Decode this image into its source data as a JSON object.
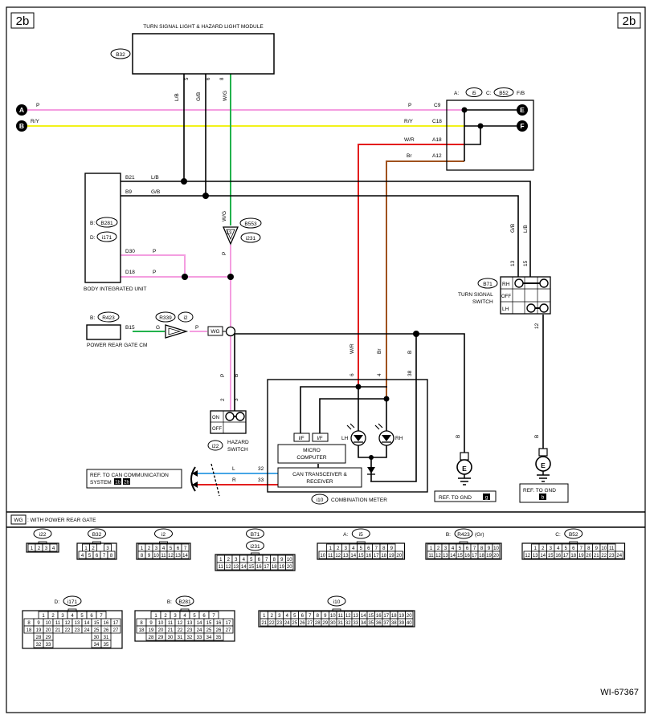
{
  "page_tag": "2b",
  "figure_id": "WI-67367",
  "module": {
    "title": "TURN SIGNAL LIGHT & HAZARD LIGHT MODULE",
    "conn": "B32",
    "pins": [
      "5",
      "6",
      "8"
    ],
    "colors": [
      "L/B",
      "G/B",
      "W/G"
    ]
  },
  "inputs": {
    "a": {
      "letter": "A",
      "wire": "P"
    },
    "b": {
      "letter": "B",
      "wire": "R/Y"
    }
  },
  "junction": {
    "conn_a_prefix": "A:",
    "conn_a": "i5",
    "conn_c_prefix": "C:",
    "conn_c": "B52",
    "color": "F/B",
    "rows": [
      {
        "color": "P",
        "pin": "C9"
      },
      {
        "color": "R/Y",
        "pin": "C18"
      },
      {
        "color": "W/R",
        "pin": "A18"
      },
      {
        "color": "Br",
        "pin": "A12"
      }
    ],
    "out_e": "E",
    "out_f": "F"
  },
  "biu": {
    "title": "BODY INTEGRATED UNIT",
    "conn_b_prefix": "B:",
    "conn_b": "B281",
    "conn_d_prefix": "D:",
    "conn_d": "i171",
    "pins": [
      {
        "pin": "B21",
        "color": "L/B"
      },
      {
        "pin": "B9",
        "color": "G/B"
      },
      {
        "pin": "D30",
        "color": "P"
      },
      {
        "pin": "D18",
        "color": "P"
      }
    ]
  },
  "joint": {
    "conn1": "B553",
    "conn2": "i231",
    "color_top": "W/G",
    "color_bot": "P",
    "pin": "13"
  },
  "gate": {
    "title": "POWER REAR GATE CM",
    "conn_prefix": "B:",
    "conn": "R423",
    "pin": "B15",
    "color_g": "G",
    "color_p": "P",
    "conn2": "R339",
    "conn3": "i2",
    "wg_tag": "WG"
  },
  "hazard": {
    "title_line1": "HAZARD",
    "title_line2": "SWITCH",
    "conn": "i22",
    "on": "ON",
    "off": "OFF",
    "pins": [
      "2",
      "3"
    ],
    "colors": [
      "P",
      "B"
    ]
  },
  "turn": {
    "title_line1": "TURN SIGNAL",
    "title_line2": "SWITCH",
    "conn": "B71",
    "rh": "RH",
    "off": "OFF",
    "lh": "LH",
    "pins": [
      "13",
      "15",
      "12"
    ],
    "colors": [
      "G/B",
      "L/B",
      "B"
    ]
  },
  "meter": {
    "title": "COMBINATION METER",
    "conn": "i10",
    "pins": [
      "6",
      "4",
      "38",
      "32",
      "33"
    ],
    "colors": [
      "W/R",
      "Br",
      "B",
      "L",
      "R"
    ],
    "if_label": "I/F",
    "micro_line1": "MICRO",
    "micro_line2": "COMPUTER",
    "can_line1": "CAN TRANSCEIVER &",
    "can_line2": "RECEIVER",
    "lh": "LH",
    "rh": "RH"
  },
  "can_ref": {
    "line1": "REF. TO CAN COMMUNICATION",
    "line2": "SYSTEM",
    "tag1": "1b",
    "tag2": "2b"
  },
  "gnd_refs": [
    {
      "label": "REF. TO GND",
      "tag": "g",
      "wire": "B"
    },
    {
      "label": "REF. TO GND",
      "tag": "b",
      "wire": "B"
    }
  ],
  "legend": {
    "tag": "WG",
    "text": ": WITH POWER REAR GATE"
  },
  "connectors": [
    {
      "name": "i22",
      "rows": [
        [
          "1",
          "2",
          "3",
          "4"
        ]
      ]
    },
    {
      "name": "B32",
      "rows": [
        [
          "1",
          "2",
          "",
          "3"
        ],
        [
          "4",
          "5",
          "6",
          "7",
          "8"
        ]
      ]
    },
    {
      "name": "i2",
      "rows": [
        [
          "1",
          "2",
          "3",
          "4",
          "5",
          "6",
          "7"
        ],
        [
          "8",
          "9",
          "10",
          "11",
          "12",
          "13",
          "14"
        ]
      ]
    },
    {
      "name": "B71",
      "name2": "i231",
      "rows": [
        [
          "1",
          "2",
          "3",
          "4",
          "5",
          "6",
          "7",
          "8",
          "9",
          "10"
        ],
        [
          "11",
          "12",
          "13",
          "14",
          "15",
          "16",
          "17",
          "18",
          "19",
          "20"
        ]
      ]
    },
    {
      "name": "i5",
      "prefix": "A:",
      "rows": [
        [
          "1",
          "2",
          "3",
          "4",
          "5",
          "6",
          "7",
          "8",
          "9"
        ],
        [
          "10",
          "11",
          "12",
          "13",
          "14",
          "15",
          "16",
          "17",
          "18",
          "19",
          "20"
        ]
      ]
    },
    {
      "name": "R423",
      "prefix": "B:",
      "suffix": "(Gr)",
      "rows": [
        [
          "1",
          "2",
          "3",
          "4",
          "5",
          "6",
          "7",
          "8",
          "9",
          "10"
        ],
        [
          "11",
          "12",
          "13",
          "14",
          "15",
          "16",
          "17",
          "18",
          "19",
          "20"
        ]
      ]
    },
    {
      "name": "B52",
      "prefix": "C:",
      "rows": [
        [
          "1",
          "2",
          "3",
          "4",
          "5",
          "6",
          "7",
          "8",
          "9",
          "10",
          "11"
        ],
        [
          "12",
          "13",
          "14",
          "15",
          "16",
          "17",
          "18",
          "19",
          "20",
          "21",
          "22",
          "23",
          "24"
        ]
      ]
    },
    {
      "name": "i171",
      "prefix": "D:",
      "rows": [
        [
          "1",
          "2",
          "3",
          "4",
          "5",
          "6",
          "7"
        ],
        [
          "8",
          "9",
          "10",
          "11",
          "12",
          "13",
          "14",
          "15",
          "16",
          "17"
        ],
        [
          "18",
          "19",
          "20",
          "21",
          "22",
          "23",
          "24",
          "25",
          "26",
          "27"
        ],
        [
          "28",
          "29",
          "",
          "",
          "",
          "",
          "30",
          "31"
        ],
        [
          "32",
          "33",
          "",
          "",
          "",
          "",
          "34",
          "35"
        ]
      ]
    },
    {
      "name": "B281",
      "prefix": "B:",
      "rows": [
        [
          "1",
          "2",
          "3",
          "4",
          "5",
          "6",
          "7"
        ],
        [
          "8",
          "9",
          "10",
          "11",
          "12",
          "13",
          "14",
          "15",
          "16",
          "17"
        ],
        [
          "18",
          "19",
          "20",
          "21",
          "22",
          "23",
          "24",
          "25",
          "26",
          "27"
        ],
        [
          "28",
          "29",
          "30",
          "31",
          "32",
          "33",
          "34",
          "35"
        ]
      ]
    },
    {
      "name": "i10",
      "rows": [
        [
          "1",
          "2",
          "3",
          "4",
          "5",
          "6",
          "7",
          "8",
          "9",
          "10",
          "11",
          "12",
          "13",
          "14",
          "15",
          "16",
          "17",
          "18",
          "19",
          "20"
        ],
        [
          "21",
          "22",
          "23",
          "24",
          "25",
          "26",
          "27",
          "28",
          "29",
          "30",
          "31",
          "32",
          "33",
          "34",
          "35",
          "36",
          "37",
          "38",
          "39",
          "40"
        ]
      ]
    }
  ],
  "colors": {
    "pink": "#f49ee0",
    "yellow": "#f2f21a",
    "green": "#22b24c",
    "red": "#e31d1d",
    "brown": "#a0521e",
    "blue": "#46a6e6"
  }
}
